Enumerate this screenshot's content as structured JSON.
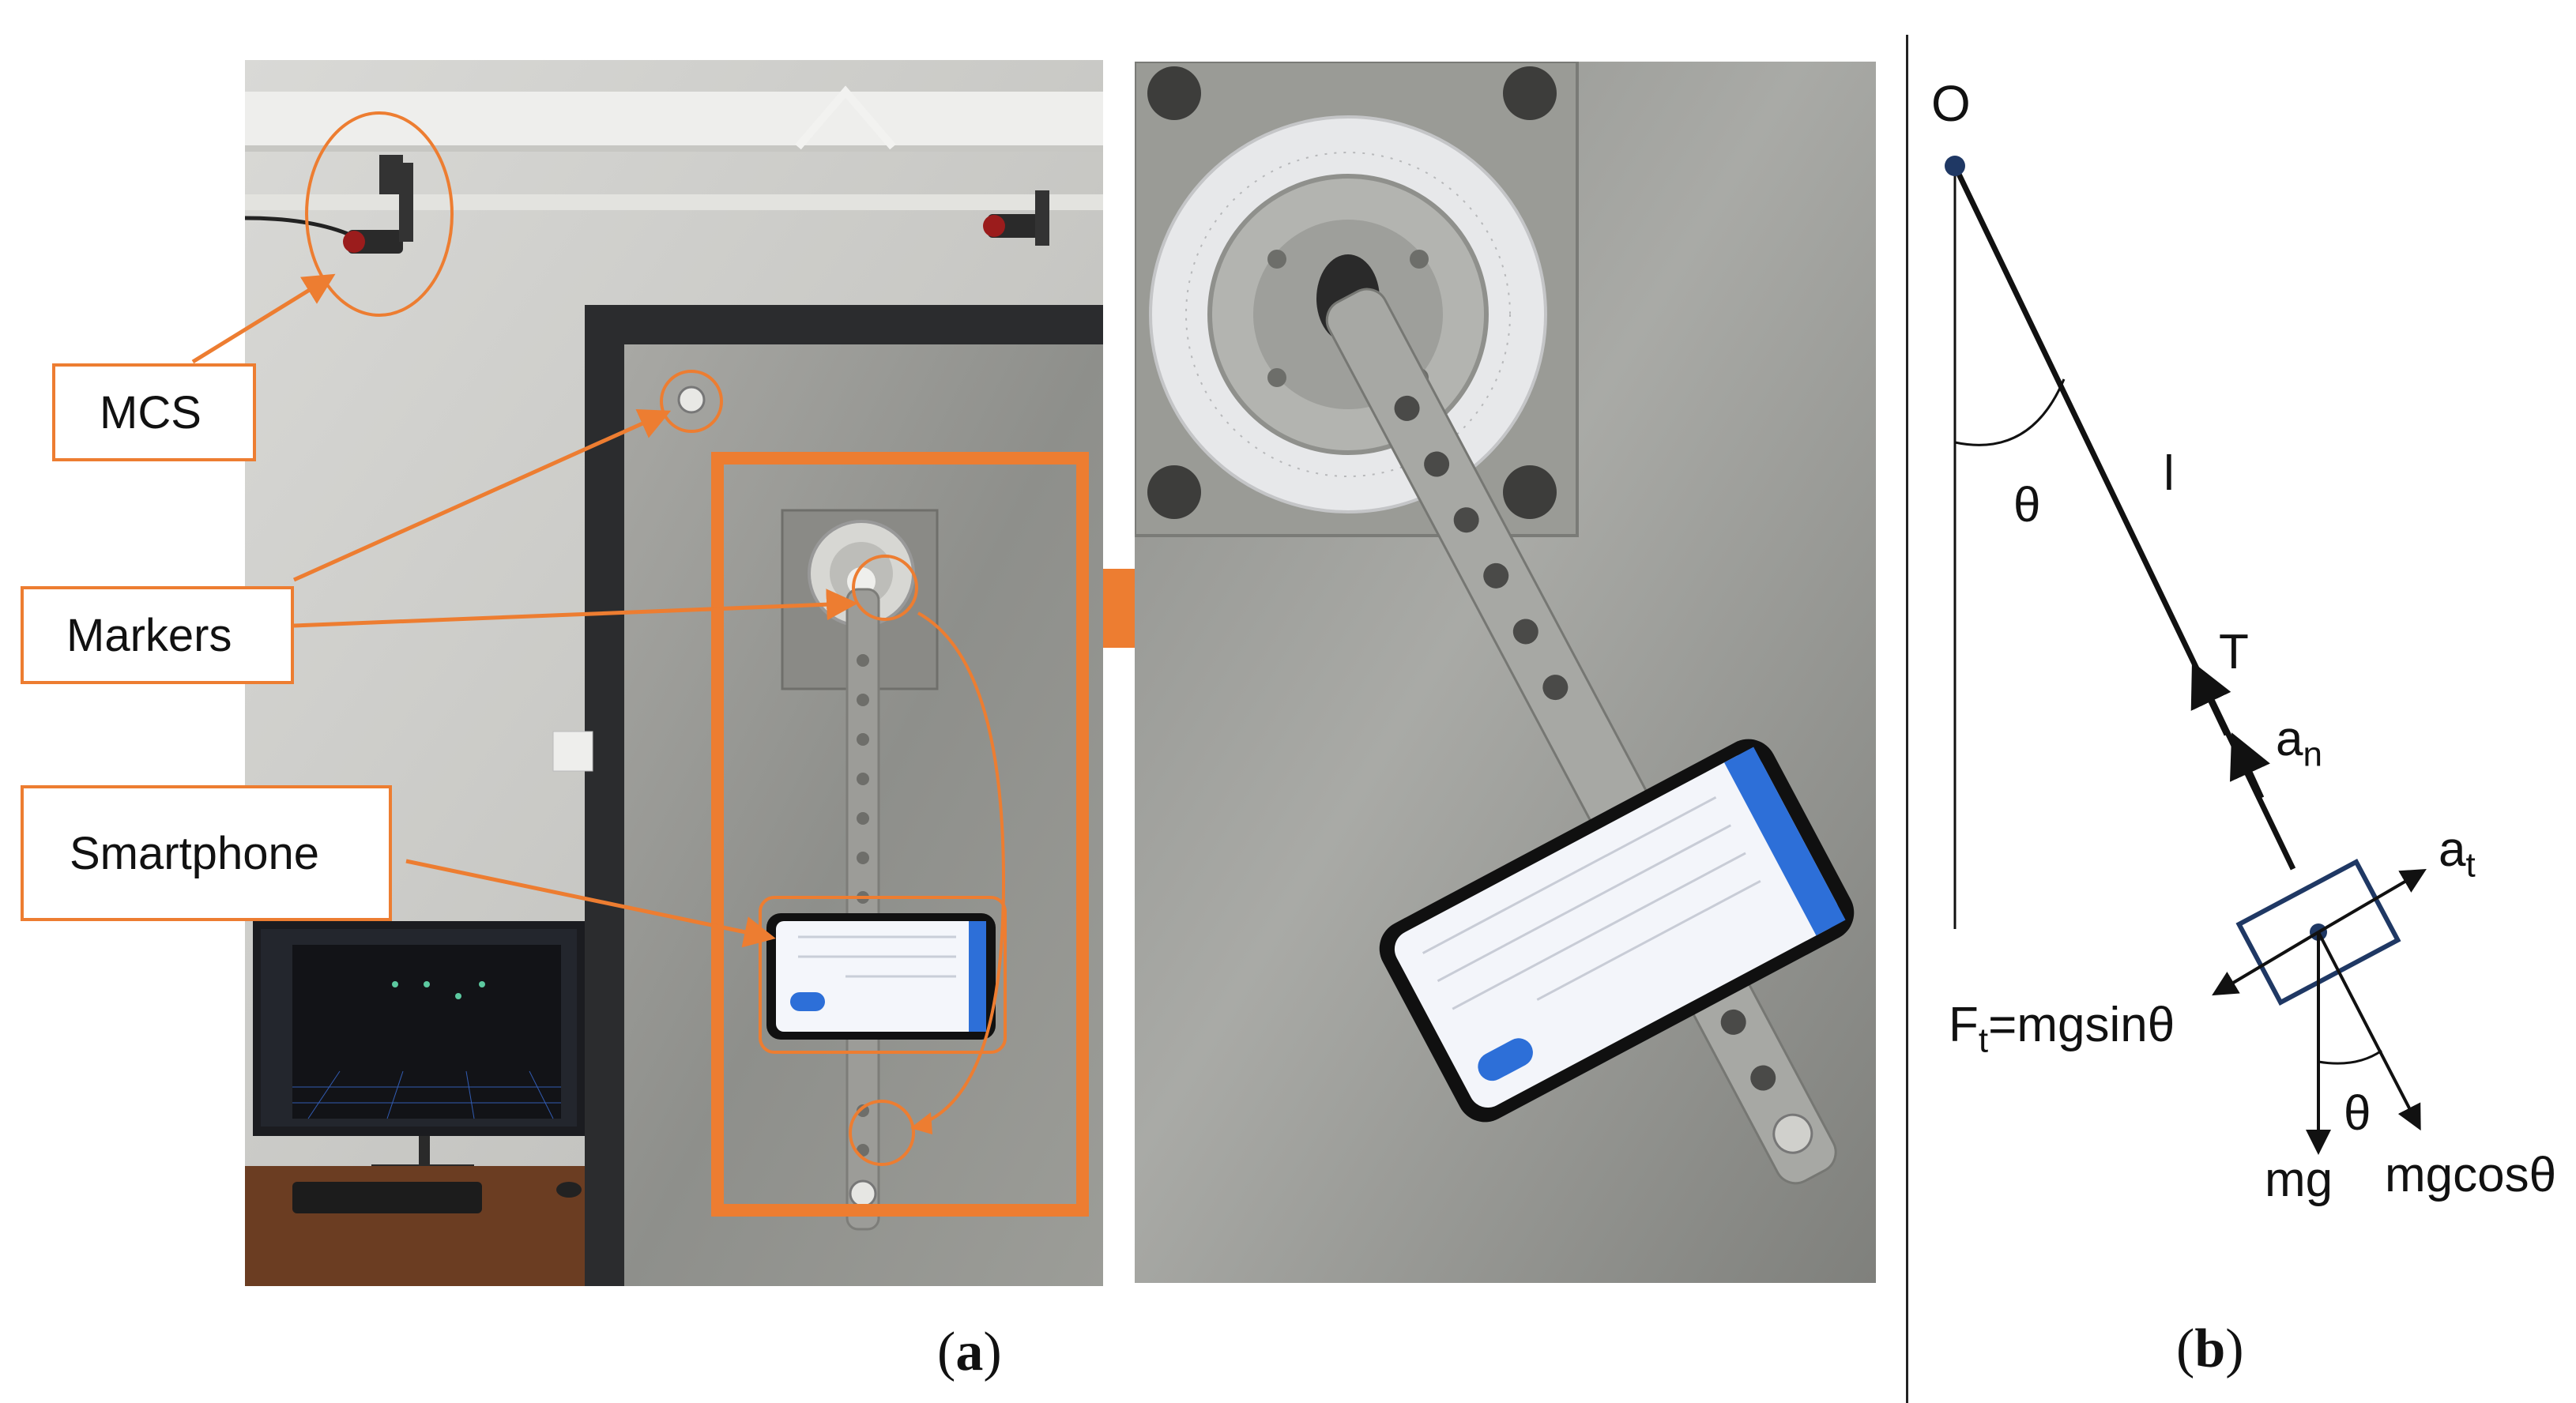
{
  "panel_a": {
    "labels": {
      "mcs": "MCS",
      "markers": "Markers",
      "smartphone": "Smartphone"
    },
    "caption_open": "(",
    "caption_letter": "a",
    "caption_close": ")"
  },
  "panel_b": {
    "pivot": "O",
    "angle_top": "θ",
    "length": "l",
    "tension": "T",
    "an_base": "a",
    "an_sub": "n",
    "at_base": "a",
    "at_sub": "t",
    "ft_base": "F",
    "ft_sub": "t",
    "ft_rest": "=mgsinθ",
    "angle_bottom": "θ",
    "mg": "mg",
    "mgcos": "mgcosθ",
    "caption_open": "(",
    "caption_letter": "b",
    "caption_close": ")"
  },
  "colors": {
    "accent_orange": "#ED7D31",
    "force_box": "#1F3864",
    "line": "#111111"
  }
}
